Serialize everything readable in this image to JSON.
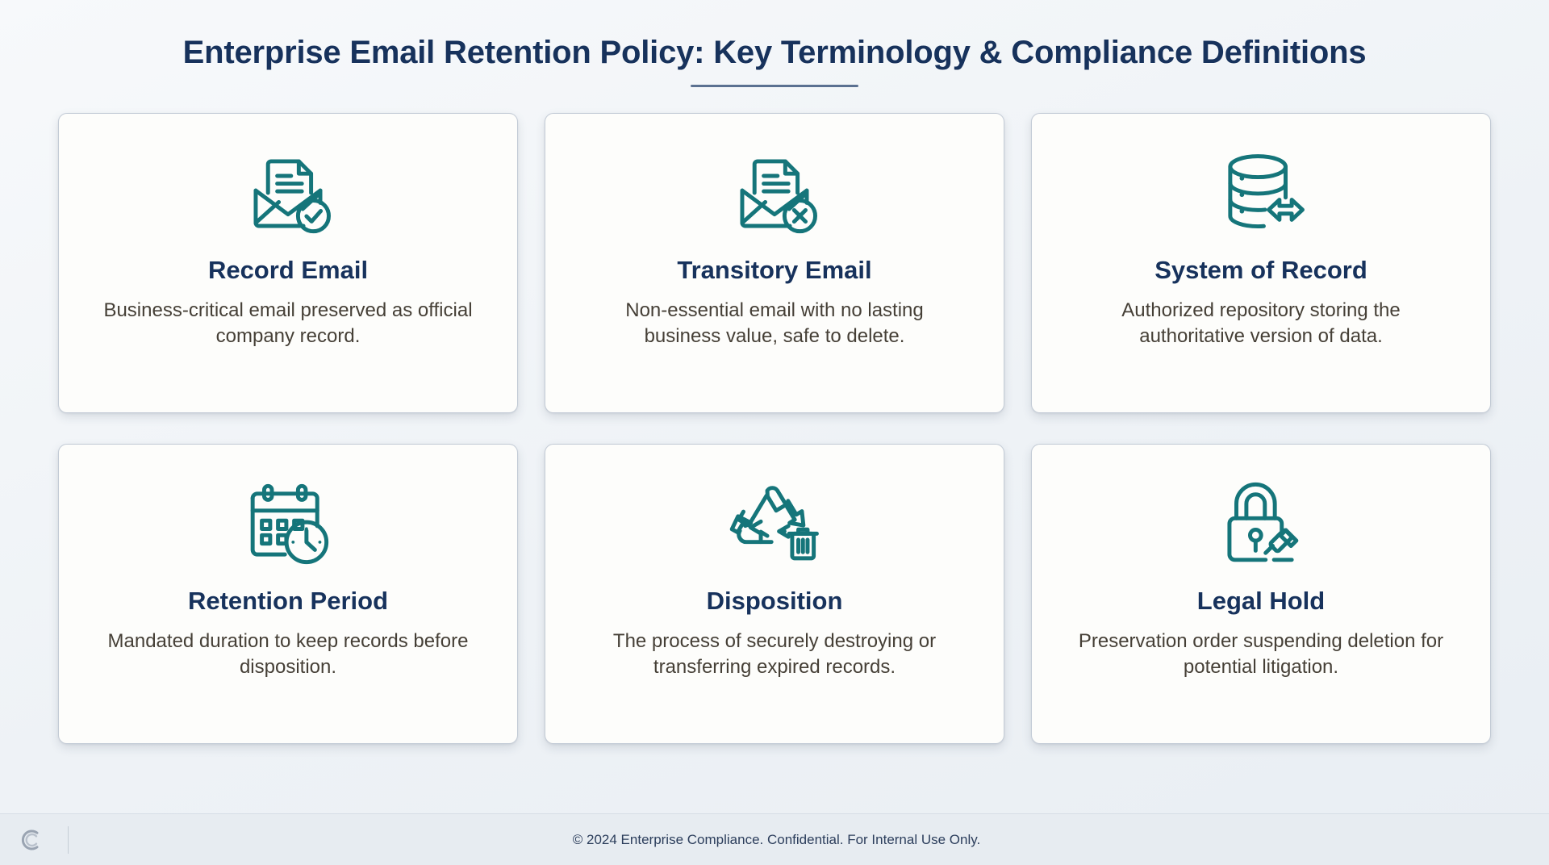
{
  "header": {
    "title": "Enterprise Email Retention Policy: Key Terminology & Compliance Definitions"
  },
  "cards": [
    {
      "icon": "envelope-document-check-icon",
      "title": "Record Email",
      "description": "Business-critical email preserved as official company record."
    },
    {
      "icon": "envelope-document-x-icon",
      "title": "Transitory Email",
      "description": "Non-essential email with no lasting business value, safe to delete."
    },
    {
      "icon": "database-transfer-icon",
      "title": "System of Record",
      "description": "Authorized repository storing the authoritative version of data."
    },
    {
      "icon": "calendar-clock-icon",
      "title": "Retention Period",
      "description": "Mandated duration to keep records before disposition."
    },
    {
      "icon": "recycle-trash-icon",
      "title": "Disposition",
      "description": "The process of securely destroying or transferring expired records."
    },
    {
      "icon": "padlock-gavel-icon",
      "title": "Legal Hold",
      "description": "Preservation order suspending deletion for potential litigation."
    }
  ],
  "footer": {
    "logo": "copyright-c-logo",
    "text": "© 2024 Enterprise Compliance. Confidential. For Internal Use Only."
  },
  "colors": {
    "title": "#17325c",
    "icon_teal": "#15757a",
    "body_text": "#453f36",
    "card_bg": "#fdfdfb",
    "page_bg": "#eef2f6",
    "footer_bg": "#e7ecf1",
    "accent_rule": "#5b7191"
  }
}
